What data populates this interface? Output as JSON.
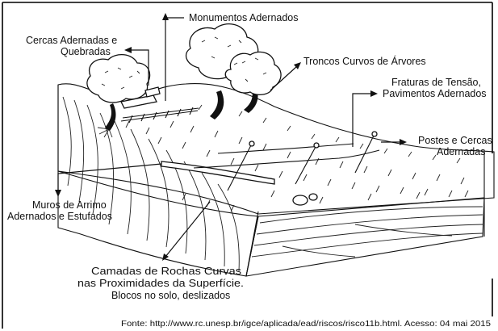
{
  "labels": {
    "monumentos": "Monumentos Adernados",
    "cercas_l1": "Cercas Adernadas e",
    "cercas_l2": "Quebradas",
    "troncos": "Troncos Curvos de Árvores",
    "fraturas_l1": "Fraturas de Tensão,",
    "fraturas_l2": "Pavimentos Adernados",
    "postes_l1": "Postes e Cercas",
    "postes_l2": "Adernadas",
    "muros_l1": "Muros de Arrimo",
    "muros_l2": "Adernados e Estufados",
    "camadas_l1": "Camadas de Rochas Curvas",
    "camadas_l2": "nas Proximidades da Superfície.",
    "camadas_l3": "Blocos no solo, deslizados"
  },
  "source": "Fonte: http://www.rc.unesp.br/igce/aplicada/ead/riscos/risco11b.html. Acesso: 04 mai 2015"
}
